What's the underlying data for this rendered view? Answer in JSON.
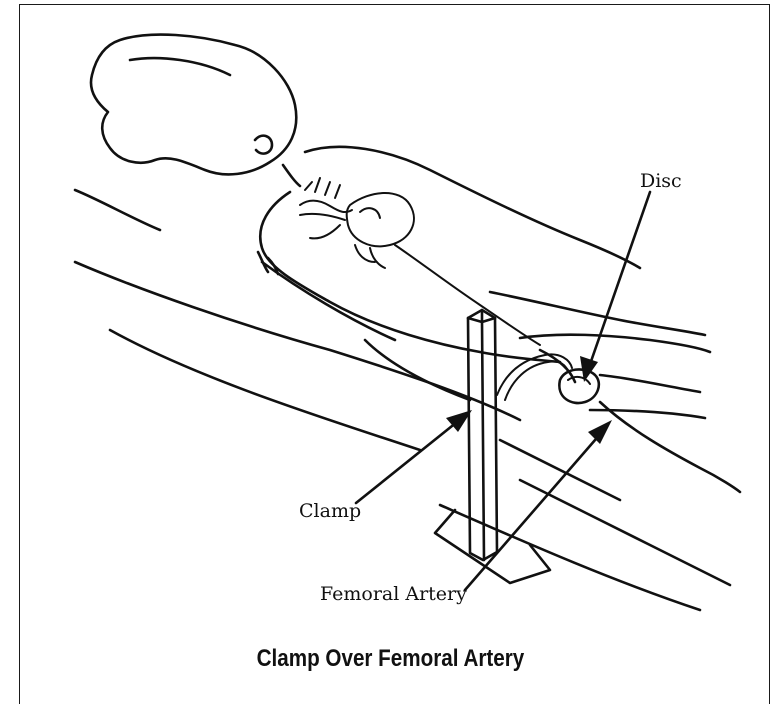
{
  "labels": {
    "disc": "Disc",
    "clamp": "Clamp",
    "femoral_artery": "Femoral Artery"
  },
  "caption": "Clamp Over Femoral Artery"
}
